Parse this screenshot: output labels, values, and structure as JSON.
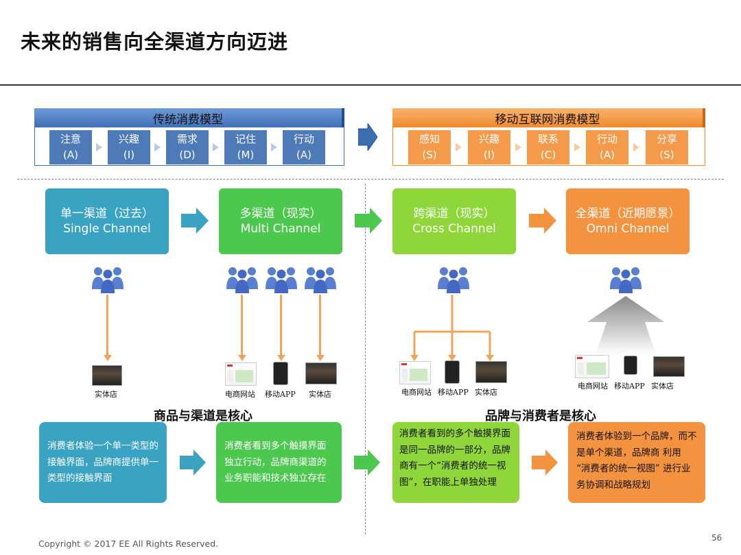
{
  "title": "未来的销售向全渠道方向迈进",
  "traditional_model": {
    "label": "传统消费模型",
    "steps": [
      {
        "name": "注意",
        "code": "(A)"
      },
      {
        "name": "兴趣",
        "code": "(I)"
      },
      {
        "name": "需求",
        "code": "(D)"
      },
      {
        "name": "记住",
        "code": "(M)"
      },
      {
        "name": "行动",
        "code": "(A)"
      }
    ]
  },
  "mobile_model": {
    "label": "移动互联网消费模型",
    "steps": [
      {
        "name": "感知",
        "code": "(S)"
      },
      {
        "name": "兴趣",
        "code": "(I)"
      },
      {
        "name": "联系",
        "code": "(C)"
      },
      {
        "name": "行动",
        "code": "(A)"
      },
      {
        "name": "分享",
        "code": "(S)"
      }
    ]
  },
  "channels": [
    {
      "cn": "单一渠道（过去）",
      "en": "Single Channel"
    },
    {
      "cn": "多渠道（现实）",
      "en": "Multi Channel"
    },
    {
      "cn": "跨渠道（现实）",
      "en": "Cross Channel"
    },
    {
      "cn": "全渠道（近期愿景）",
      "en": "Omni Channel"
    }
  ],
  "captions": {
    "store": "实体店",
    "web": "电商网站",
    "app": "移动APP"
  },
  "core_left": "商品与渠道是核心",
  "core_right": "品牌与消费者是核心",
  "descriptions": [
    "消费者体验一个单一类型的接触界面，品牌商提供单一类型的接触界面",
    "消费者看到多个触摸界面独立行动，品牌商渠道的业务职能和技术独立存在",
    "消费者看到的多个触摸界面是同一品牌的一部分，品牌商有一个“消费者的统一视图”，在职能上单独处理",
    "消费者体验到一个品牌，而不是单个渠道，品牌商 利用 “消费者的统一视图” 进行业务协调和战略规划"
  ],
  "footer": {
    "copyright": "Copyright © 2017 EE All Rights Reserved.",
    "page": "56"
  },
  "colors": {
    "blue": "#3aa3c2",
    "green": "#4cc84f",
    "lime": "#8fd63a",
    "orange": "#f3933f",
    "model_blue": "#4e7ab8",
    "model_orange": "#f39a4b"
  }
}
